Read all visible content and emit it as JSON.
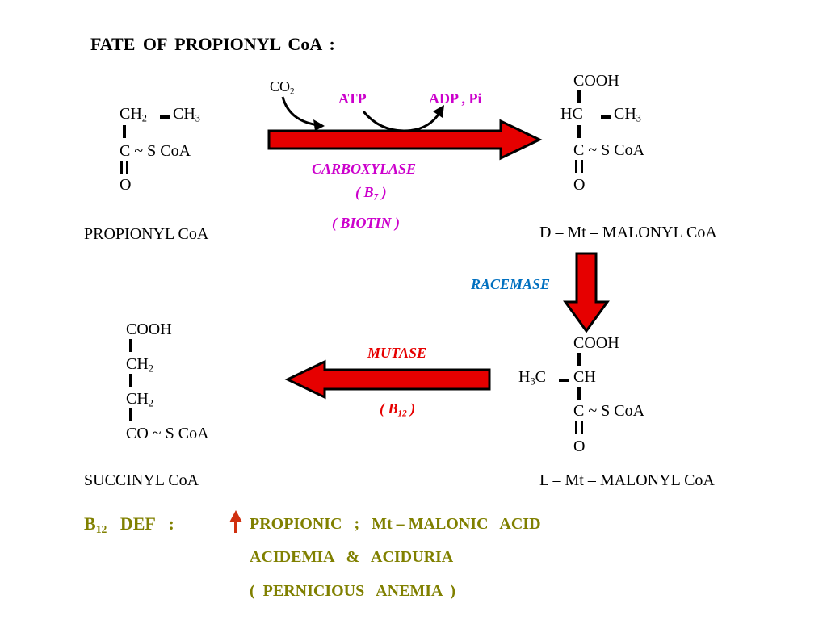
{
  "title": "FATE  OF   PROPIONYL  CoA  :",
  "propionyl": {
    "ch2": "CH",
    "ch2_sub": "2",
    "ch3": "CH",
    "ch3_sub": "3",
    "thioester": "C ~ S CoA",
    "oxygen": "O",
    "name": "PROPIONYL  CoA"
  },
  "carboxylation": {
    "co2": "CO",
    "co2_sub": "2",
    "atp": "ATP",
    "adp": "ADP , Pi",
    "enzyme": "CARBOXYLASE",
    "cofactor_open": "( B",
    "cofactor_sub": "7",
    "cofactor_close": " )",
    "cofactor_name": "( BIOTIN )"
  },
  "d_malonyl": {
    "cooh": "COOH",
    "hc": "HC",
    "ch3": "CH",
    "ch3_sub": "3",
    "thioester": "C ~ S CoA",
    "oxygen": "O",
    "name": "D – Mt – MALONYL CoA"
  },
  "racemase": {
    "enzyme": "RACEMASE"
  },
  "l_malonyl": {
    "cooh": "COOH",
    "h3c": "H",
    "h3c_sub": "3",
    "h3c_tail": "C",
    "ch": "CH",
    "thioester": "C ~ S CoA",
    "oxygen": "O",
    "name": "L – Mt – MALONYL CoA"
  },
  "mutase": {
    "enzyme": "MUTASE",
    "cofactor_open": "( B",
    "cofactor_sub": "12",
    "cofactor_close": " )"
  },
  "succinyl": {
    "cooh": "COOH",
    "ch2a": "CH",
    "ch2a_sub": "2",
    "ch2b": "CH",
    "ch2b_sub": "2",
    "thioester": "CO ~ S CoA",
    "name": "SUCCINYL  CoA"
  },
  "deficiency": {
    "label": "B",
    "label_sub": "12",
    "label_tail": "   DEF   :",
    "line1": "PROPIONIC   ;   Mt – MALONIC   ACID",
    "line2": "ACIDEMIA   &   ACIDURIA",
    "line3": "(  PERNICIOUS   ANEMIA  )"
  },
  "colors": {
    "arrow_fill": "#e60000",
    "arrow_outline": "#000000",
    "up_arrow": "#d03010",
    "enzyme_magenta": "#cc00cc",
    "racemase_blue": "#0070c0",
    "mutase_red": "#e60000",
    "deficiency_olive": "#808000"
  }
}
